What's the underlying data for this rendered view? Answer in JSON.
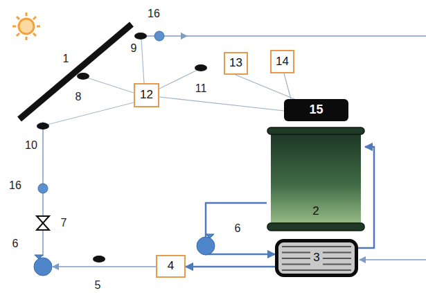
{
  "diagram": {
    "nodes": [
      {
        "text": [
          "13"
        ]
      },
      {
        "text": [
          "14"
        ]
      },
      {
        "text": [
          "12"
        ]
      },
      {
        "text": [
          "15"
        ]
      },
      {
        "text": [
          "2"
        ]
      },
      {
        "text": [
          "3"
        ]
      },
      {
        "text": [
          "4"
        ]
      }
    ],
    "edges": [
      {
        "from": 2,
        "to": 3,
        "arrow": "none"
      },
      {
        "from": 0,
        "to": 3,
        "arrow": "none"
      },
      {
        "from": 1,
        "to": 3,
        "arrow": "none"
      },
      {
        "from": 4,
        "to": 5,
        "arrow": "to"
      },
      {
        "from": 5,
        "to": 4,
        "arrow": "to"
      },
      {
        "from": 5,
        "to": 6,
        "arrow": "to"
      }
    ],
    "labels": [
      "16",
      "1",
      "9",
      "11",
      "8",
      "10",
      "16",
      "6",
      "7",
      "6",
      "5"
    ]
  }
}
